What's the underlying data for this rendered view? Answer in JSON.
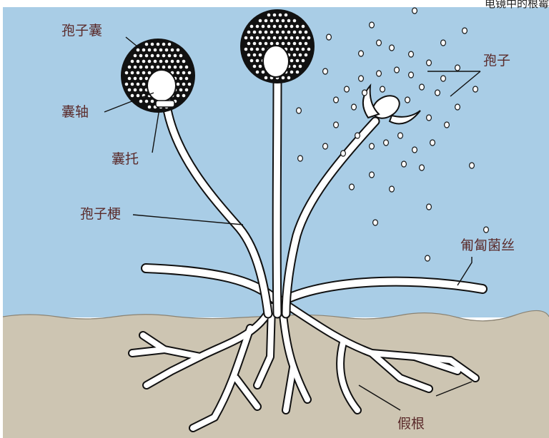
{
  "header_fragment": "电镜中的根霉",
  "labels": {
    "sporangium": "孢子囊",
    "columella": "囊轴",
    "apophysis": "囊托",
    "sporangiophore": "孢子梗",
    "spores": "孢子",
    "stolon": "匍匐菌丝",
    "rhizoids": "假根"
  },
  "colors": {
    "sky": "#a9cde6",
    "soil": "#cdc5b2",
    "hypha": "#ffffff",
    "outline": "#111111",
    "label_text": "#5a2a2a"
  }
}
